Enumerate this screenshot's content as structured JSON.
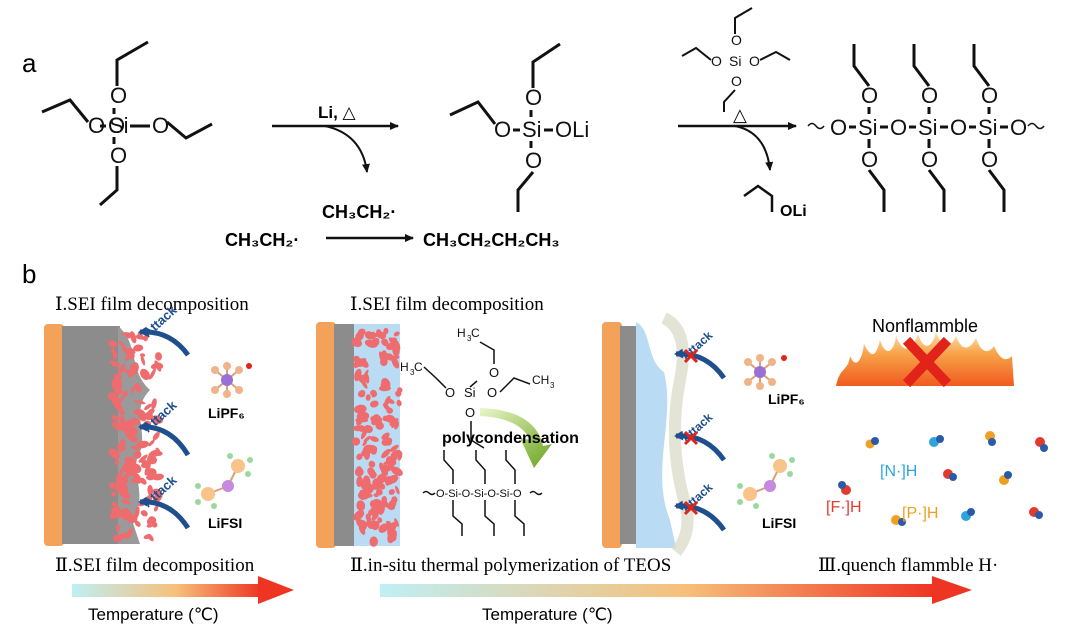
{
  "panel_a": {
    "label": "a",
    "reaction1_condition": "Li, △",
    "reaction2_condition": "△",
    "side_product1": "CH₃CH₂·",
    "side_reagent": "CH₃CH₂·",
    "side_product_butane": "CH₃CH₂CH₂CH₃",
    "olis": "OLi",
    "olis2": "OLi"
  },
  "panel_b": {
    "label": "b",
    "step1_title": "Ⅰ.SEI film decomposition",
    "step1_title_mid": "Ⅰ.SEI film decomposition",
    "step2_title_left": "Ⅱ.SEI film decomposition",
    "step2_title_mid": "Ⅱ.in-situ thermal polymerization of TEOS",
    "step3_title": "Ⅲ.quench flammble H·",
    "attack": "Attack",
    "lipf6": "LiPF₆",
    "lifsi": "LiFSI",
    "polycondensation": "polycondensation",
    "nonflammable": "Nonflammble",
    "radical_n": "[N·]H",
    "radical_f": "[F·]H",
    "radical_p": "[P·]H",
    "temperature_label": "Temperature (℃)",
    "colors": {
      "electrode_orange": "#f4a15a",
      "electrode_gray": "#8c8c8c",
      "sei_pink": "#ee6b6e",
      "teos_film_blue": "#b9dcf4",
      "attack_blue": "#1f4f8c",
      "cross_red": "#e2231a",
      "radical_f": "#e23a2e",
      "radical_n": "#2ea4dd",
      "radical_p": "#f0a020",
      "arrow_start": "#bfeff5",
      "arrow_end": "#ee3422"
    }
  }
}
